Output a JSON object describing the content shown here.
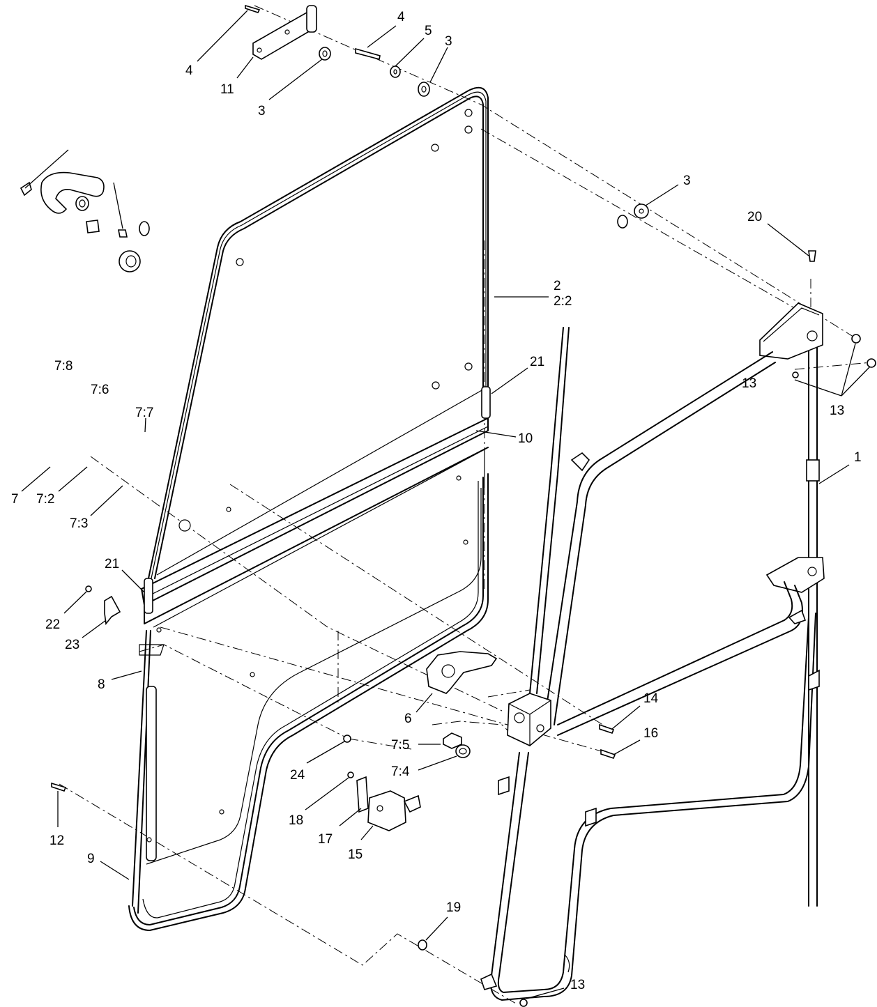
{
  "callouts": [
    {
      "id": "c-4a",
      "text": "4"
    },
    {
      "id": "c-11",
      "text": "11"
    },
    {
      "id": "c-3a",
      "text": "3"
    },
    {
      "id": "c-4b",
      "text": "4"
    },
    {
      "id": "c-5",
      "text": "5"
    },
    {
      "id": "c-3b",
      "text": "3"
    },
    {
      "id": "c-3c",
      "text": "3"
    },
    {
      "id": "c-20",
      "text": "20"
    },
    {
      "id": "c-2",
      "text": "2"
    },
    {
      "id": "c-2-2",
      "text": "2:2"
    },
    {
      "id": "c-21a",
      "text": "21"
    },
    {
      "id": "c-13a",
      "text": "13"
    },
    {
      "id": "c-13b",
      "text": "13"
    },
    {
      "id": "c-10",
      "text": "10"
    },
    {
      "id": "c-1",
      "text": "1"
    },
    {
      "id": "c-7-8",
      "text": "7:8"
    },
    {
      "id": "c-7-6",
      "text": "7:6"
    },
    {
      "id": "c-7-7",
      "text": "7:7"
    },
    {
      "id": "c-7",
      "text": "7"
    },
    {
      "id": "c-7-2",
      "text": "7:2"
    },
    {
      "id": "c-7-3",
      "text": "7:3"
    },
    {
      "id": "c-21b",
      "text": "21"
    },
    {
      "id": "c-22",
      "text": "22"
    },
    {
      "id": "c-23",
      "text": "23"
    },
    {
      "id": "c-8",
      "text": "8"
    },
    {
      "id": "c-6",
      "text": "6"
    },
    {
      "id": "c-14",
      "text": "14"
    },
    {
      "id": "c-16",
      "text": "16"
    },
    {
      "id": "c-7-5",
      "text": "7:5"
    },
    {
      "id": "c-7-4",
      "text": "7:4"
    },
    {
      "id": "c-24",
      "text": "24"
    },
    {
      "id": "c-18",
      "text": "18"
    },
    {
      "id": "c-17",
      "text": "17"
    },
    {
      "id": "c-15",
      "text": "15"
    },
    {
      "id": "c-12",
      "text": "12"
    },
    {
      "id": "c-9",
      "text": "9"
    },
    {
      "id": "c-19",
      "text": "19"
    },
    {
      "id": "c-13c",
      "text": "13"
    }
  ]
}
